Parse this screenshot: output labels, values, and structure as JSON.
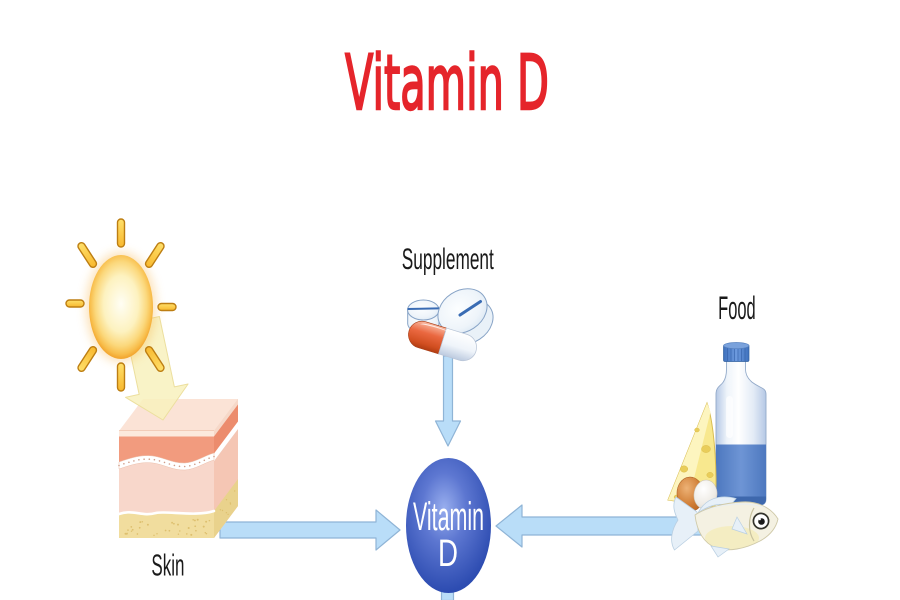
{
  "title": {
    "text": "Vitamin D"
  },
  "labels": {
    "skin": "Skin",
    "supplement": "Supplement",
    "food": "Food"
  },
  "center_node": {
    "line1": "Vitamin",
    "line2": "D"
  },
  "icons": {
    "sun": "sun-icon",
    "sunbeam": "sunbeam-arrow-icon",
    "skin": "skin-cross-section-icon",
    "pills": "supplement-pills-icon",
    "food": "food-group-icon",
    "arrows": [
      "skin-to-center-arrow",
      "supplement-to-center-arrow",
      "food-to-center-arrow",
      "center-down-arrow"
    ]
  },
  "colors": {
    "title-red": "#e5252b",
    "label-black": "#1a1a1a",
    "arrow-fill": "#b9ddf8",
    "arrow-stroke": "#8fb4d6",
    "sphere-light": "#98aeee",
    "sphere-mid": "#5d77d1",
    "sphere-edge": "#2d4cb1",
    "sphere-text": "#ffffff",
    "sun-core": "#fffef4",
    "sun-inner": "#fdf2c0",
    "sun-gold": "#fbd87c",
    "sun-edge": "#f3a832",
    "sun-halo": "#f6b142",
    "ray-light": "#ffe06a",
    "ray-dark": "#f8b82e",
    "ray-stroke": "#bd7e12",
    "beam-fill": "#f8f1bd",
    "beam-stroke": "#ecdf9e",
    "skin-top": "#fbe3d6",
    "skin-strip": "#fce9dc",
    "skin-epidermis": "#f29b7e",
    "skin-dermis": "#f8d7cb",
    "skin-fat": "#f1dd9e",
    "skin-side": "#f3c7b6",
    "skin-side-strip": "#f6d8c8",
    "skin-side-epidermis": "#ec8c6d",
    "skin-side-dermis": "#f5c6b4",
    "skin-side-fat": "#e9d28c",
    "band-dot": "#cf9d89",
    "fat-dot": "#ddbf6e",
    "tablet-core": "#fcfeff",
    "tablet-mid": "#eef4fa",
    "tablet-rim": "#d7e5f2",
    "tablet-stroke": "#87a3c6",
    "tablet-score": "#3a6cb4",
    "capsule-red-hi": "#f8b096",
    "capsule-red": "#ea6840",
    "capsule-red-dk": "#b13c12",
    "capsule-white": "#ffffff",
    "capsule-white-dk": "#bccadf",
    "bottle-edge": "#b5c8e5",
    "bottle-body": "#ffffff",
    "bottle-stroke": "#93aac9",
    "milk-dark": "#4d78bf",
    "milk-light": "#6e95d5",
    "milk-band": "#3e68ad",
    "cap-dark": "#3f71bd",
    "cap-light": "#6d9ade",
    "cap-top": "#7aa2dc",
    "cheese-main": "#f8e88e",
    "cheese-light": "#fdf5bf",
    "cheese-hole": "#e9cd5a",
    "cheese-stroke": "#d9bd52",
    "egg-brown-hi": "#edb276",
    "egg-brown": "#cf7c33",
    "egg-brown-dk": "#b05f1d",
    "egg-white-hi": "#ffffff",
    "egg-white": "#efece6",
    "egg-white-dk": "#d8d2c8",
    "fish-body": "#f4f1e2",
    "fish-stroke": "#cfc9a8",
    "fish-fin": "#e7f0f8",
    "fish-fin-stroke": "#b9cfe2",
    "fish-glow": "#f3ecc0",
    "fish-eye": "#1b1b1b"
  }
}
